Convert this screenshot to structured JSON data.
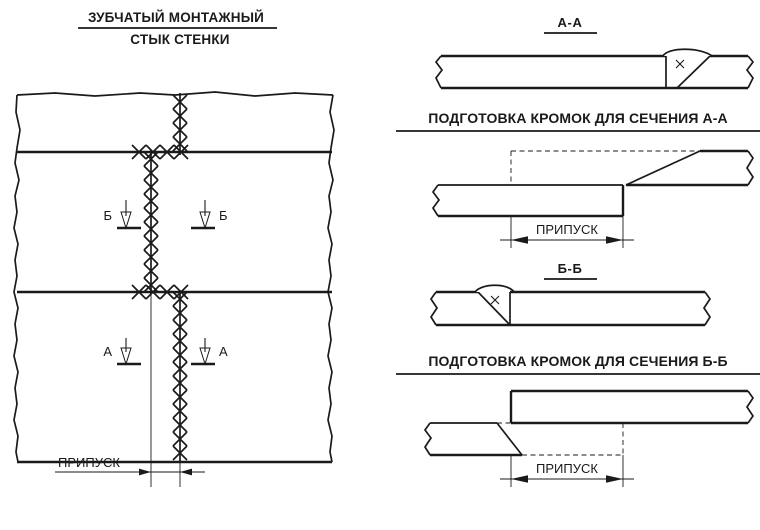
{
  "document": {
    "type": "technical-drawing",
    "language": "ru",
    "title_line1": "ЗУБЧАТЫЙ МОНТАЖНЫЙ",
    "title_line2": "СТЫК СТЕНКИ"
  },
  "left_panel": {
    "name": "wall-assembly-joint-view",
    "section_marks": [
      {
        "label": "Б",
        "position": "upper-left",
        "direction": "down"
      },
      {
        "label": "Б",
        "position": "upper-right",
        "direction": "down"
      },
      {
        "label": "А",
        "position": "lower-left",
        "direction": "down"
      },
      {
        "label": "А",
        "position": "lower-right",
        "direction": "down"
      }
    ],
    "dimension": {
      "label": "ПРИПУСК",
      "name": "allowance-dimension-main"
    },
    "weld_seam_symbol": "x-chain-weld"
  },
  "right_panel": {
    "blocks": [
      {
        "heading": "А-А",
        "heading_kind": "section-title",
        "detail_name": "section-a-a-detail",
        "weld_mark": "×"
      },
      {
        "heading": "ПОДГОТОВКА КРОМОК ДЛЯ СЕЧЕНИЯ А-А",
        "heading_kind": "block-title",
        "detail_name": "edge-preparation-a-a",
        "dimension_label": "ПРИПУСК"
      },
      {
        "heading": "Б-Б",
        "heading_kind": "section-title",
        "detail_name": "section-b-b-detail",
        "weld_mark": "×"
      },
      {
        "heading": "ПОДГОТОВКА КРОМОК ДЛЯ СЕЧЕНИЯ Б-Б",
        "heading_kind": "block-title",
        "detail_name": "edge-preparation-b-b",
        "dimension_label": "ПРИПУСК"
      }
    ]
  },
  "colors": {
    "ink": "#1a1a1a",
    "paper": "#ffffff"
  }
}
